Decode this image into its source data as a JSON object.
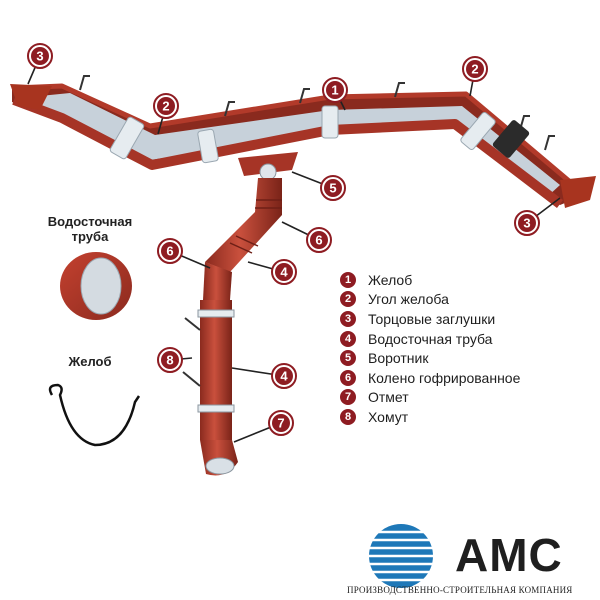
{
  "side_labels": {
    "pipe": [
      "Водосточная",
      "труба"
    ],
    "gutter": "Желоб"
  },
  "callouts": [
    {
      "num": "1"
    },
    {
      "num": "2"
    },
    {
      "num": "2"
    },
    {
      "num": "3"
    },
    {
      "num": "3"
    },
    {
      "num": "5"
    },
    {
      "num": "6"
    },
    {
      "num": "6"
    },
    {
      "num": "4"
    },
    {
      "num": "4"
    },
    {
      "num": "8"
    },
    {
      "num": "7"
    }
  ],
  "legend": [
    {
      "num": "1",
      "label": "Желоб"
    },
    {
      "num": "2",
      "label": "Угол желоба"
    },
    {
      "num": "3",
      "label": "Торцовые заглушки"
    },
    {
      "num": "4",
      "label": "Водосточная труба"
    },
    {
      "num": "5",
      "label": "Воротник"
    },
    {
      "num": "6",
      "label": "Колено гофрированное"
    },
    {
      "num": "7",
      "label": "Отмет"
    },
    {
      "num": "8",
      "label": "Хомут"
    }
  ],
  "brand": {
    "name": "АМС",
    "subtitle": "ПРОИЗВОДСТВЕННО-СТРОИТЕЛЬНАЯ КОМПАНИЯ"
  },
  "colors": {
    "gutter_red": "#b23a2a",
    "gutter_dark": "#7f2419",
    "metal": "#c7d1da",
    "callout": "#8e1c22",
    "logo_blue": "#1e78b8"
  }
}
